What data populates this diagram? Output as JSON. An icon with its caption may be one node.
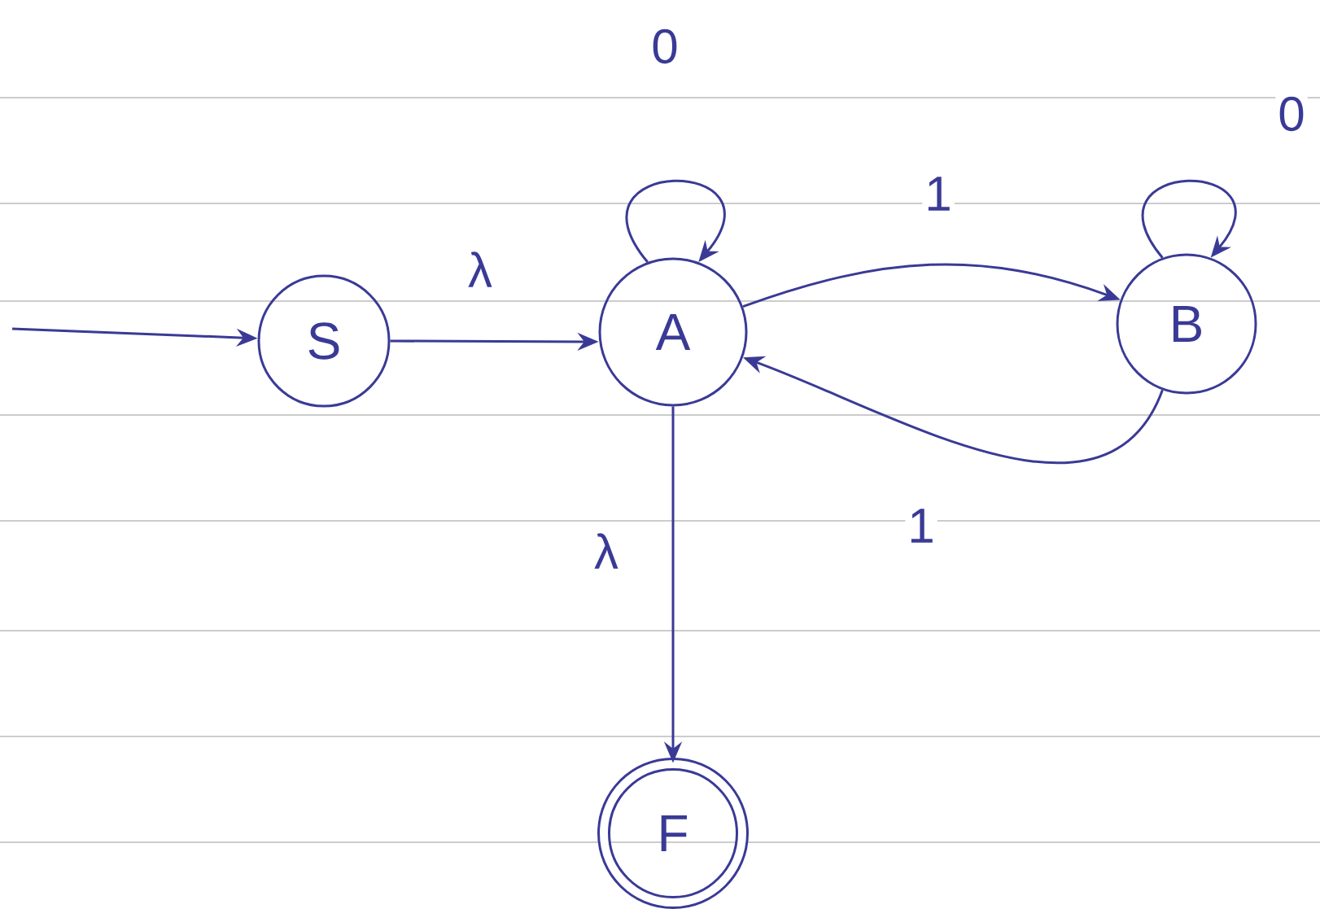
{
  "diagram": {
    "nodes": [
      {
        "text": [
          "S"
        ]
      },
      {
        "text": [
          "A"
        ]
      },
      {
        "text": [
          "B"
        ]
      },
      {
        "text": [
          "F"
        ]
      }
    ],
    "edges": [
      {
        "from": null,
        "to": 0,
        "arrow": "to"
      },
      {
        "from": 0,
        "to": 1,
        "arrow": "to",
        "label": "λ"
      },
      {
        "from": 1,
        "to": 1,
        "arrow": "to",
        "label": "0"
      },
      {
        "from": 1,
        "to": 2,
        "arrow": "to",
        "label": "1"
      },
      {
        "from": 2,
        "to": 2,
        "arrow": "to",
        "label": "0"
      },
      {
        "from": 2,
        "to": 1,
        "arrow": "to",
        "label": "1"
      },
      {
        "from": 1,
        "to": 3,
        "arrow": "to",
        "label": "λ"
      }
    ]
  }
}
